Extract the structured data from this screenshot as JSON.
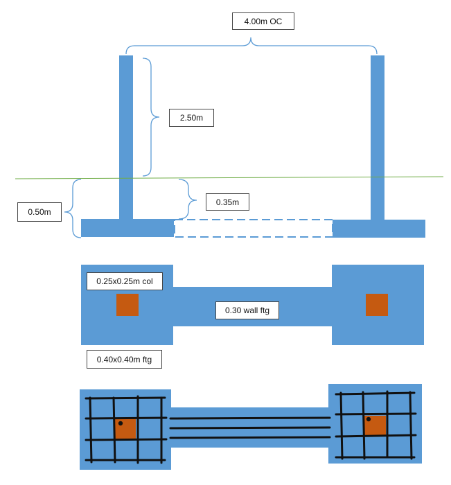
{
  "labels": {
    "spacing": "4.00m OC",
    "column_height": "2.50m",
    "embed_depth": "0.50m",
    "wall_footing_depth": "0.35m",
    "column_size": "0.25x0.25m col",
    "wall_footing": "0.30 wall ftg",
    "footing_size": "0.40x0.40m ftg"
  },
  "colors": {
    "concrete": "#5b9bd5",
    "column": "#c55a11",
    "ground_line": "#70ad47",
    "rebar": "#111111",
    "dimension": "#5b9bd5"
  }
}
